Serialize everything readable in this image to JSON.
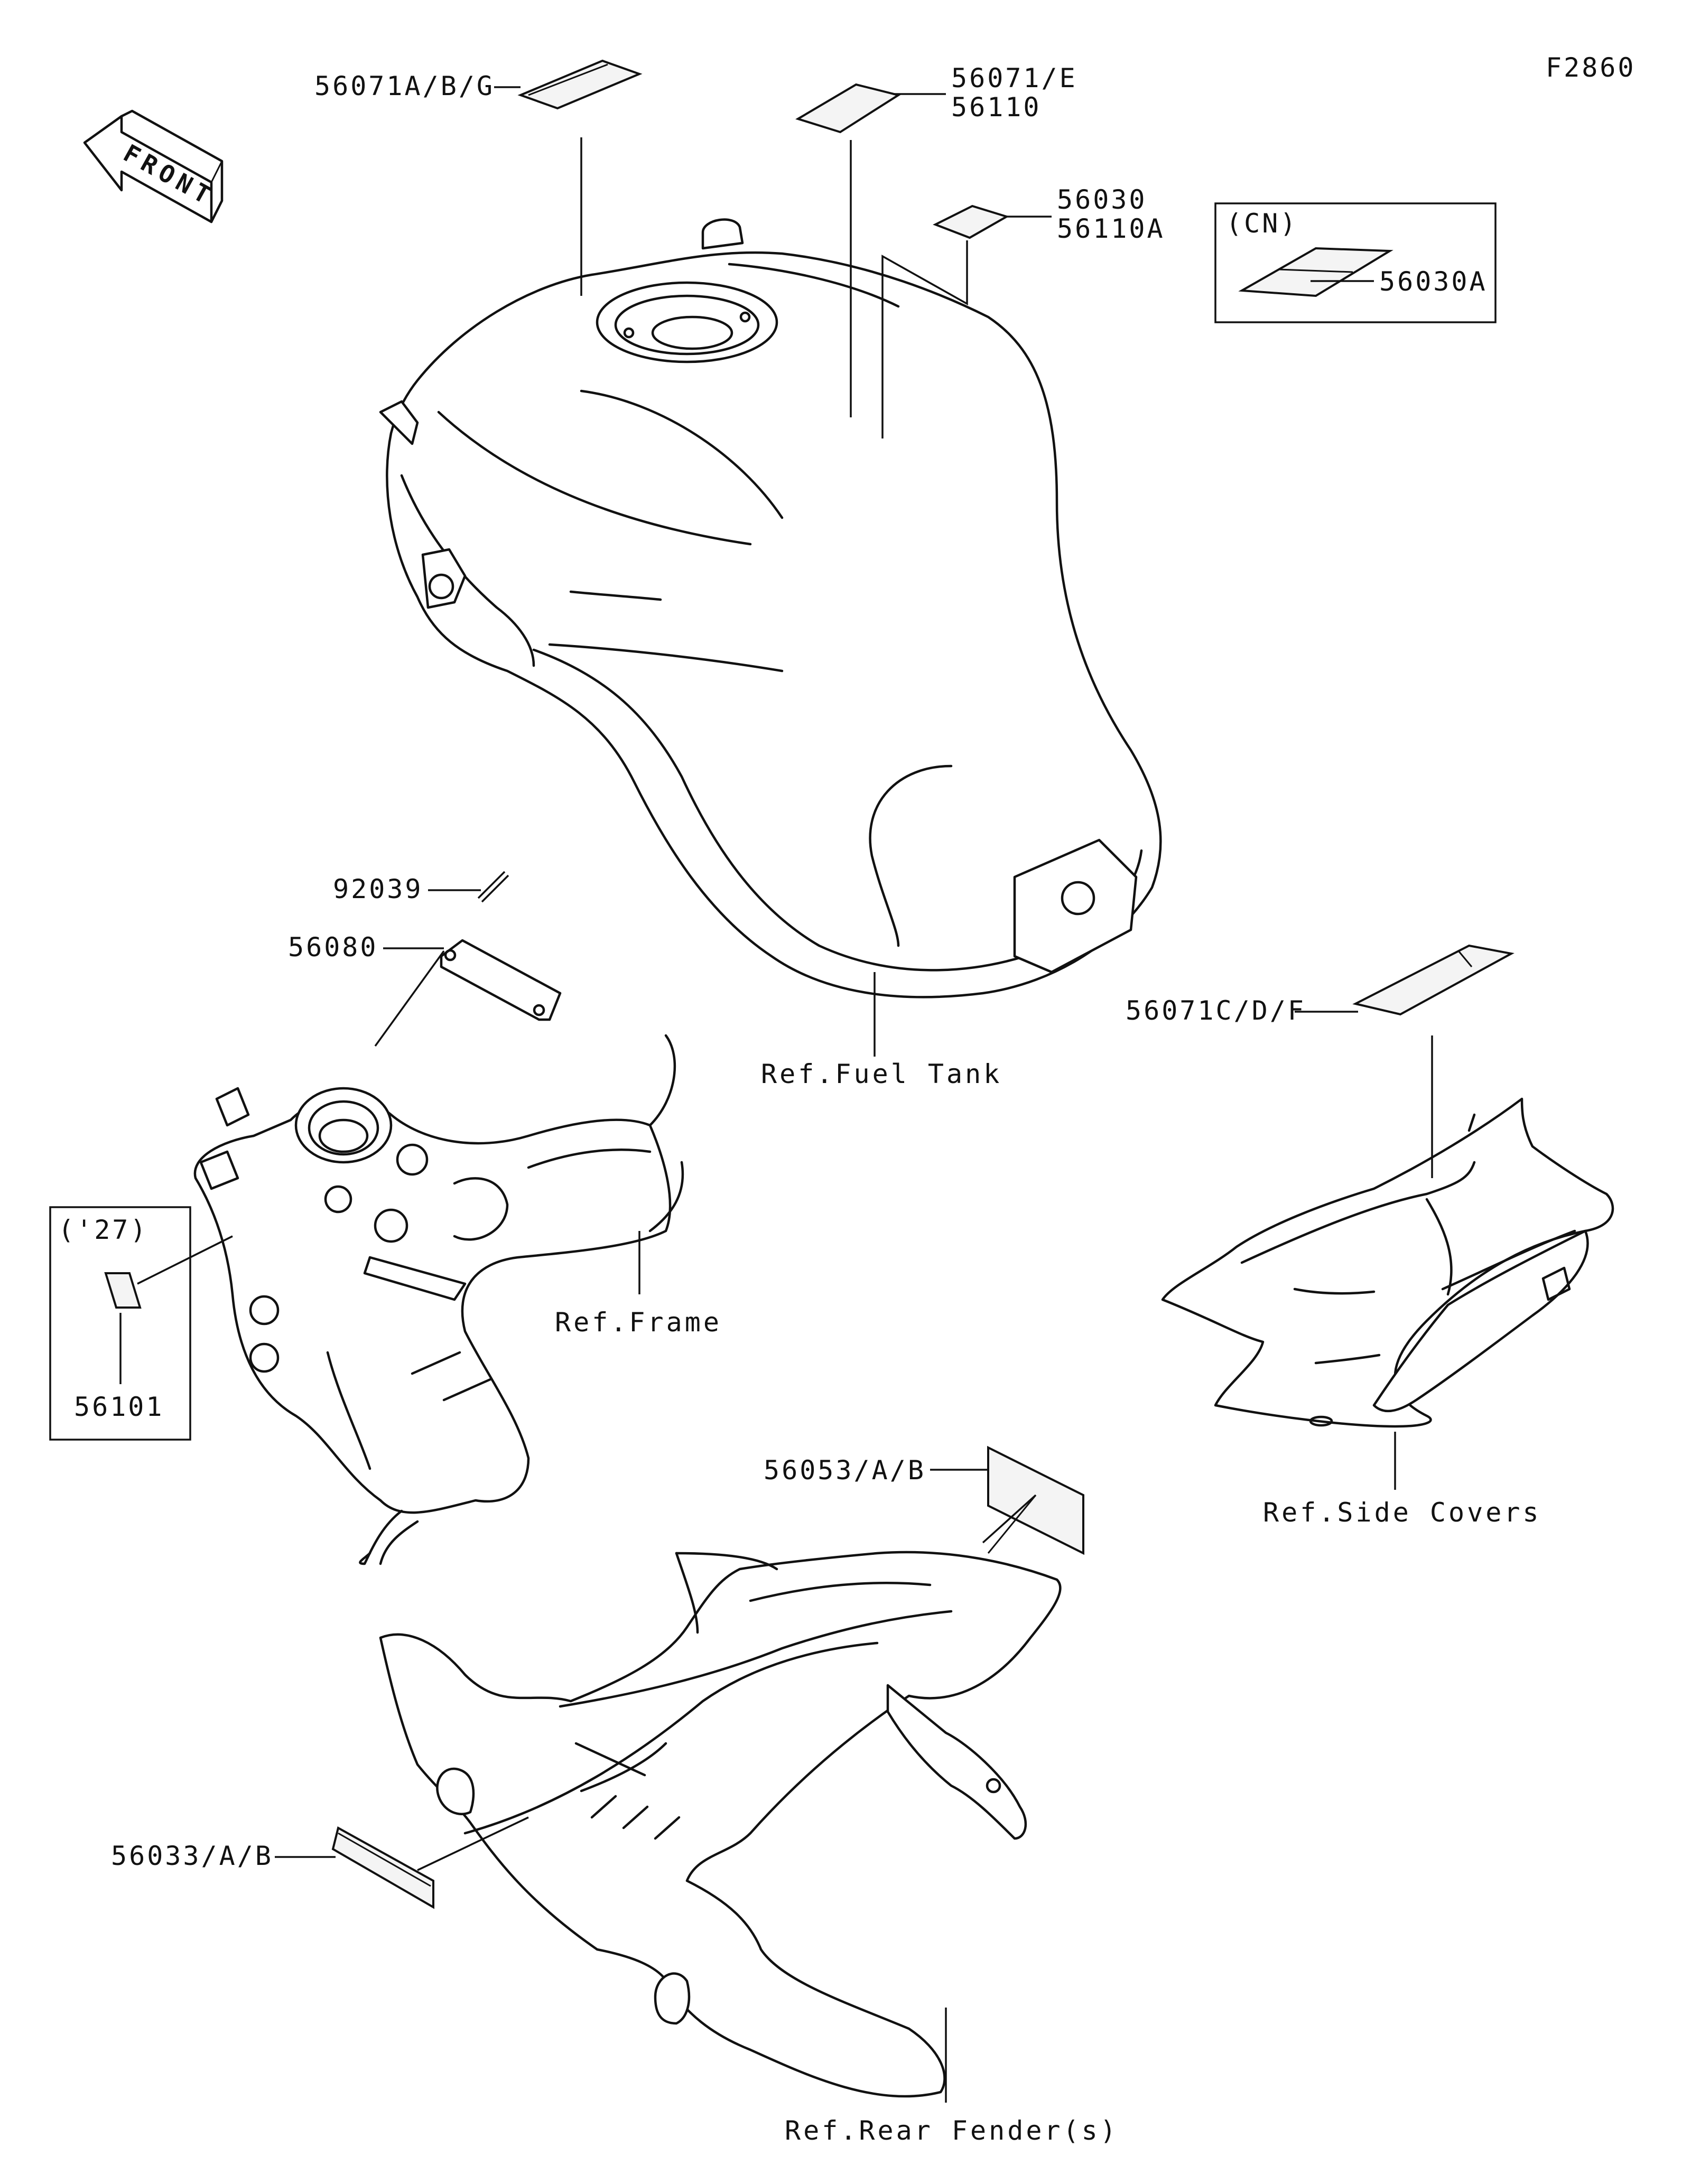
{
  "figure_id": "F2860",
  "front_arrow": {
    "text": "FRONT",
    "icon": "front-direction-arrow"
  },
  "callouts": {
    "part_56071ABG": "56071A/B/G",
    "part_56071E": "56071/E",
    "part_56110": "56110",
    "part_56030": "56030",
    "part_56110A": "56110A",
    "part_56030A": "56030A",
    "part_92039": "92039",
    "part_56080": "56080",
    "part_56101": "56101",
    "part_56071CDF": "56071C/D/F",
    "part_56053AB": "56053/A/B",
    "part_56033AB": "56033/A/B"
  },
  "boxes": {
    "cn_tag": "(CN)",
    "year_tag": "('27)"
  },
  "references": {
    "fuel_tank": "Ref.Fuel Tank",
    "frame": "Ref.Frame",
    "side_covers": "Ref.Side Covers",
    "rear_fender": "Ref.Rear Fender(s)"
  }
}
